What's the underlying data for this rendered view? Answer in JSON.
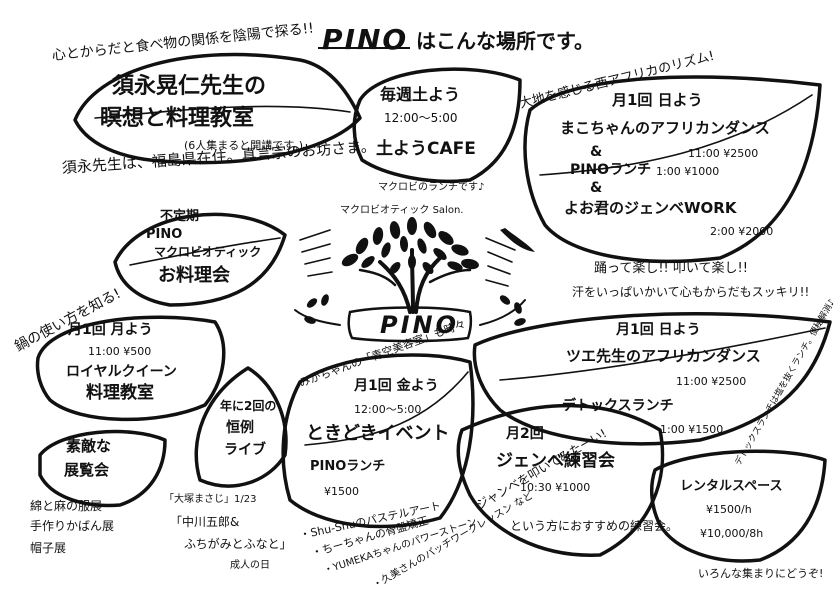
{
  "header": {
    "brand": "PINO",
    "title_suffix": "はこんな場所です。"
  },
  "center": {
    "salon_label": "マクロビオティック Salon.",
    "logo_text": "PINO",
    "lunch_note": "マクロビのランチです♪"
  },
  "curve_texts": {
    "top_left": "心とからだと食べ物の関係を陰陽で探る!!",
    "left_side": "須永先生は、福島県在住。真言宗のお坊さま。",
    "top_right": "大地を感じる西アフリカのリズム!",
    "nabe": "鍋の使い方を知る!",
    "detox": "デトックスランチは塩を抜くランチ。便秘解消♪",
    "kids": "ジャンベを叩いてみたーい!",
    "kids2": "という方におすすめの練習会。",
    "misc": "みかちゃんの「青空美容室」も時々",
    "mind": "汗をいっぱいかいて心もからだもスッキリ!!",
    "rental_note": "いろんな集まりにどうぞ!"
  },
  "events": {
    "sunaga": {
      "line1": "須永晃仁先生の",
      "line2": "瞑想と料理教室",
      "note": "(6人集まると開講です。)"
    },
    "cafe": {
      "line1": "毎週土よう",
      "time": "12:00〜5:00",
      "line2": "土ようCAFE"
    },
    "african1": {
      "head": "月1回 日よう",
      "line1": "まこちゃんのアフリカンダンス",
      "time1": "11:00 ¥2500",
      "amp": "&",
      "line2": "PINOランチ",
      "time2": "1:00 ¥1000",
      "amp2": "&",
      "line3": "よお君のジェンベWORK",
      "time3": "2:00 ¥2000",
      "footer": "踊って楽し!! 叩いて楽し!!"
    },
    "irregular": {
      "line1": "不定期",
      "line2": "PINO",
      "line3": "マクロビオティック",
      "line4": "お料理会"
    },
    "royal": {
      "head": "月1回 月よう",
      "time": "11:00 ¥500",
      "line1": "ロイヤルクイーン",
      "line2": "料理教室"
    },
    "tsue": {
      "head": "月1回 日よう",
      "line1": "ツエ先生のアフリカンダンス",
      "time1": "11:00 ¥2500",
      "line2": "デトックスランチ",
      "time2": "1:00 ¥1500"
    },
    "live": {
      "line1": "年に2回の",
      "line2": "恒例",
      "line3": "ライブ"
    },
    "tokidoki": {
      "head": "月1回 金よう",
      "time": "12:00〜5:00",
      "line1": "ときどきイベント",
      "line2": "PINOランチ",
      "price": "¥1500"
    },
    "djembe": {
      "head": "月2回",
      "line1": "ジェンベ練習会",
      "time": "10:30 ¥1000"
    },
    "exhibit": {
      "line1": "素敵な",
      "line2": "展覧会",
      "list1": "綿と麻の服展",
      "list2": "手作りかばん展",
      "list3": "帽子展"
    },
    "rental": {
      "line1": "レンタルスペース",
      "price1": "¥1500/h",
      "price2": "¥10,000/8h"
    }
  },
  "live_list": {
    "item1": "「大塚まさじ」1/23",
    "item2": "「中川五郎&",
    "item3": "ふちがみとふなと」",
    "item4": "成人の日"
  },
  "event_list": {
    "item1": "・Shu-Shuのパステルアート",
    "item2": "・ちーちゃんの骨盤矯正",
    "item3": "・YUMEKAちゃんのパワーストーン",
    "item4": "・久美さんのパッチワークレッスン など"
  }
}
